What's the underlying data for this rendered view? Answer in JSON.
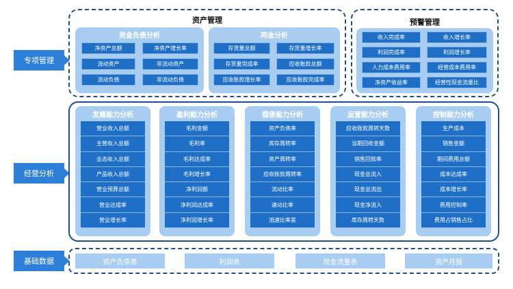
{
  "side_labels": {
    "special": "专项管理",
    "operation": "经营分析",
    "base": "基础数据"
  },
  "asset": {
    "title": "资产管理",
    "balance": {
      "title": "资金负债分析",
      "cells": [
        "净资产总额",
        "净资产增长率",
        "流动资产",
        "非流动资产",
        "流动负债",
        "非流动负债"
      ]
    },
    "two_funds": {
      "title": "两金分析",
      "cells": [
        "存货量总额",
        "存货量增长率",
        "存货量完成率",
        "应收账款总额",
        "应收账款增长率",
        "应收账款完成率"
      ]
    }
  },
  "warning": {
    "title": "预警管理",
    "cells": [
      "收入完成率",
      "收入增长率",
      "利润完成率",
      "利润增长率",
      "人力成本费用率",
      "经营成本费用率",
      "净资产收益率",
      "经营性现金流量比"
    ]
  },
  "columns": [
    {
      "title": "发展能力分析",
      "cells": [
        "营业收入总额",
        "主营收入总额",
        "业态收入总额",
        "产品收入总额",
        "营业预算总额",
        "营业达成率",
        "营业增长率"
      ]
    },
    {
      "title": "盈利能力分析",
      "cells": [
        "毛利金额",
        "毛利率",
        "毛利达成率",
        "毛利增长率",
        "净利润额",
        "净利润达成率",
        "净利润增长率"
      ]
    },
    {
      "title": "偿债能力分析",
      "cells": [
        "资产负债率",
        "库存周转率",
        "资产周转率",
        "应收账款周转率",
        "流动比率",
        "速动比率",
        "流速比率差"
      ]
    },
    {
      "title": "运营能力分析",
      "cells": [
        "应收账款周转天数",
        "当期回收金额",
        "销售回款率",
        "现金总流入",
        "现金总流出",
        "现金净流入",
        "库存周转天数"
      ]
    },
    {
      "title": "控制能力分析",
      "cells": [
        "生产成本",
        "销售金额",
        "期间费用总额",
        "成本达成率",
        "成本增长率",
        "费用控制率",
        "费用占销售占比"
      ]
    }
  ],
  "base": [
    "资产负债表",
    "利润表",
    "现金流量表",
    "资产月报"
  ]
}
